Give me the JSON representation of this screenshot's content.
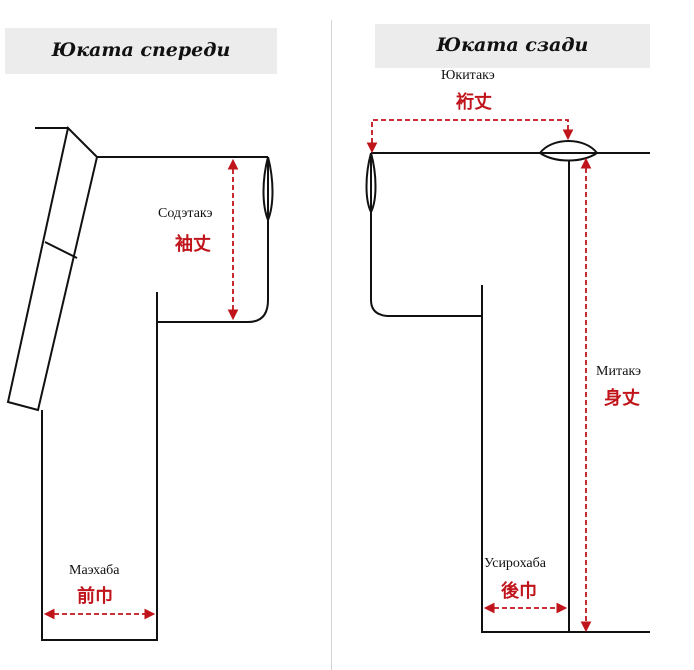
{
  "front": {
    "title": "Юката спереди",
    "sleeve_length": {
      "ru": "Содэтакэ",
      "jp": "袖丈"
    },
    "front_width": {
      "ru": "Маэхаба",
      "jp": "前巾"
    }
  },
  "back": {
    "title": "Юката сзади",
    "sleeve_span": {
      "ru": "Юкитакэ",
      "jp": "裄丈"
    },
    "body_length": {
      "ru": "Митакэ",
      "jp": "身丈"
    },
    "back_width": {
      "ru": "Усирохаба",
      "jp": "後巾"
    }
  },
  "colors": {
    "outline": "#111111",
    "measure": "#c0141b",
    "title_bg": "#ececec"
  }
}
